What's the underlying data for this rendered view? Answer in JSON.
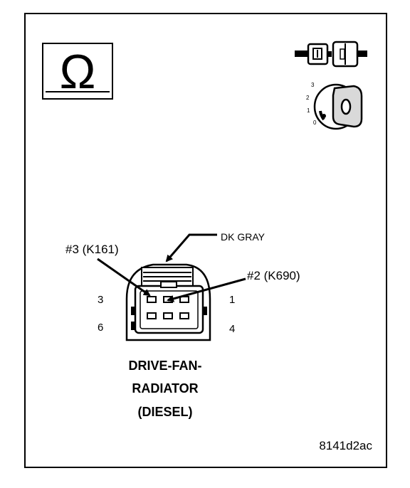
{
  "header": {
    "ohmmeter_symbol": "Ω",
    "ignition_positions": [
      "3",
      "2",
      "1",
      "0"
    ]
  },
  "connector": {
    "color_label": "DK GRAY",
    "callouts": [
      {
        "id": "pin3",
        "text": "#3 (K161)"
      },
      {
        "id": "pin2",
        "text": "#2 (K690)"
      }
    ],
    "pin_numbers": {
      "top_left": "3",
      "top_right": "1",
      "bottom_left": "6",
      "bottom_right": "4"
    }
  },
  "title_lines": [
    "DRIVE-FAN-",
    "RADIATOR",
    "(DIESEL)"
  ],
  "figure_id": "8141d2ac",
  "colors": {
    "ink": "#000000",
    "background": "#ffffff",
    "key_shade": "#d9d9d9"
  }
}
